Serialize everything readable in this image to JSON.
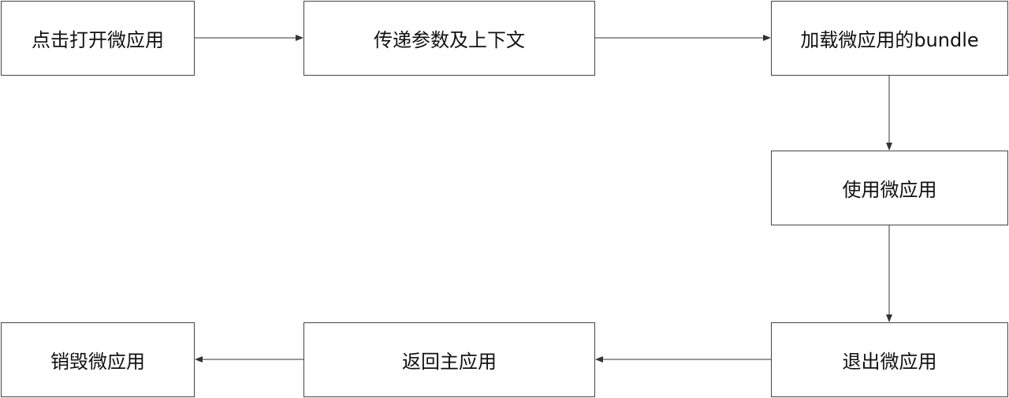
{
  "nodes": {
    "click_open": "点击打开微应用",
    "pass_params": "传递参数及上下文",
    "load_bundle": "加载微应用的bundle",
    "use_app": "使用微应用",
    "exit_app": "退出微应用",
    "return_main": "返回主应用",
    "destroy_app": "销毁微应用"
  },
  "colors": {
    "line": "#333333",
    "border": "#444444"
  }
}
